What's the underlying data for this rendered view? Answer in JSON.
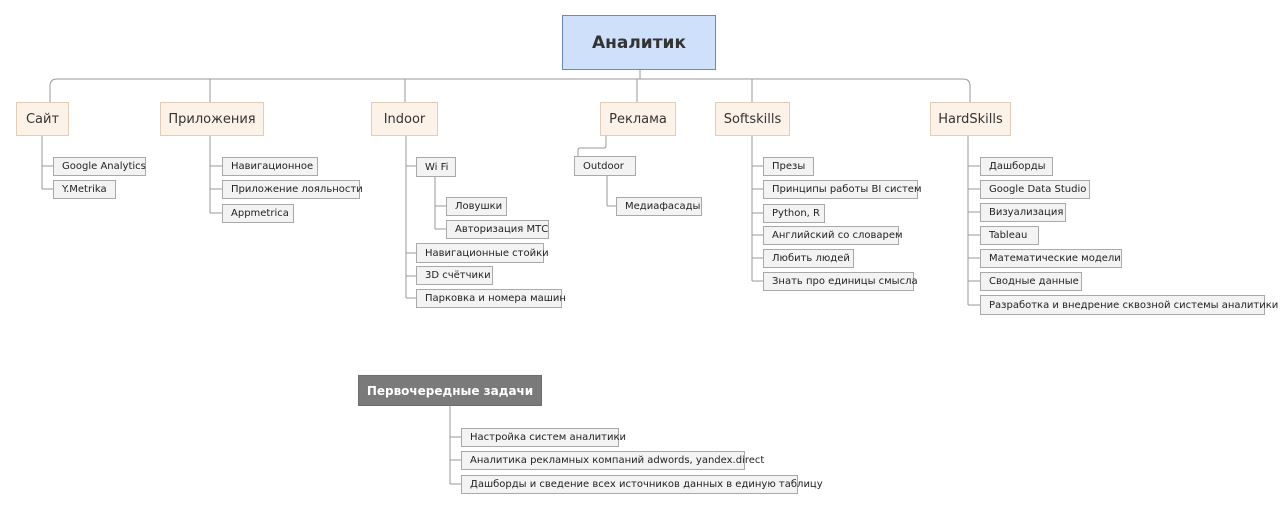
{
  "root": {
    "label": "Аналитик"
  },
  "categories": {
    "site": {
      "label": "Сайт",
      "items": [
        "Google Analytics",
        "Y.Metrika"
      ]
    },
    "apps": {
      "label": "Приложения",
      "items": [
        "Навигационное",
        "Приложение лояльности",
        "Appmetrica"
      ]
    },
    "indoor": {
      "label": "Indoor",
      "wifi": {
        "label": "Wi Fi",
        "items": [
          "Ловушки",
          "Авторизация МТС"
        ]
      },
      "items": [
        "Навигационные стойки",
        "3D счётчики",
        "Парковка и номера машин"
      ]
    },
    "ads": {
      "label": "Реклама",
      "outdoor": {
        "label": "Outdoor",
        "items": [
          "Медиафасады"
        ]
      }
    },
    "softskills": {
      "label": "Softskills",
      "items": [
        "Презы",
        "Принципы работы BI систем",
        "Python, R",
        "Английский со словарем",
        "Любить людей",
        "Знать про единицы смысла"
      ]
    },
    "hardskills": {
      "label": "HardSkills",
      "items": [
        "Дашборды",
        "Google Data Studio",
        "Визуализация",
        "Tableau",
        "Математические модели",
        "Сводные данные",
        "Разработка и внедрение сквозной системы аналитики"
      ]
    }
  },
  "priority": {
    "label": "Первочередные задачи",
    "items": [
      "Настройка систем аналитики",
      "Аналитика рекламных компаний adwords, yandex.direct",
      "Дашборды и сведение всех источников данных в единую таблицу"
    ]
  },
  "colors": {
    "root_fill": "#cfe0fb",
    "category_fill": "#fdf2e8",
    "leaf_fill": "#f3f3f3",
    "priority_fill": "#7a7a7a",
    "connector": "#999999"
  }
}
